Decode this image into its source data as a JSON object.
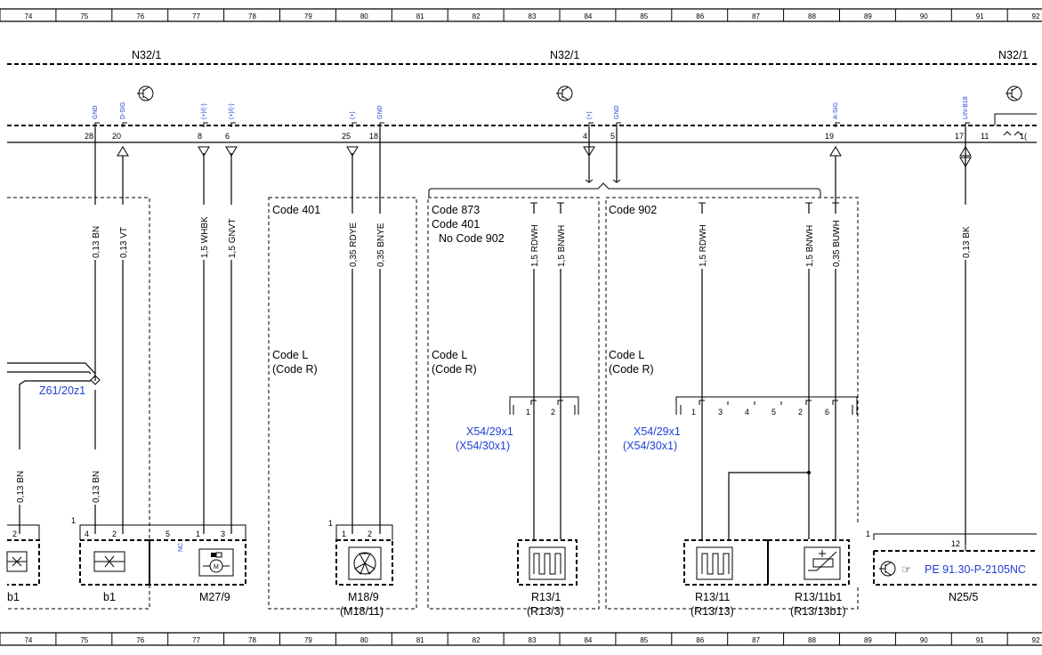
{
  "ruler": {
    "columns": [
      "74",
      "75",
      "76",
      "77",
      "78",
      "79",
      "80",
      "81",
      "82",
      "83",
      "84",
      "85",
      "86",
      "87",
      "88",
      "89",
      "90",
      "91",
      "92"
    ]
  },
  "controllers": {
    "n32_left": "N32/1",
    "n32_mid": "N32/1",
    "n32_right": "N32/1"
  },
  "connector_pins": [
    {
      "id": "p28",
      "num": "28",
      "sig": "GND"
    },
    {
      "id": "p20",
      "num": "20",
      "sig": "D-SIG"
    },
    {
      "id": "p8",
      "num": "8",
      "sig": "(+)/(-)"
    },
    {
      "id": "p6",
      "num": "6",
      "sig": "(+)/(-)"
    },
    {
      "id": "p25",
      "num": "25",
      "sig": "(+)"
    },
    {
      "id": "p18",
      "num": "18",
      "sig": "GND"
    },
    {
      "id": "p4",
      "num": "4",
      "sig": "(+)"
    },
    {
      "id": "p5",
      "num": "5",
      "sig": "GND"
    },
    {
      "id": "p19",
      "num": "19",
      "sig": "A-SIG"
    },
    {
      "id": "p17",
      "num": "17",
      "sig": "LIN-B18"
    },
    {
      "id": "p11",
      "num": "11",
      "sig": ""
    },
    {
      "id": "p1x",
      "num": "1(",
      "sig": ""
    }
  ],
  "wires": [
    {
      "id": "w28",
      "label": "0,13 BN"
    },
    {
      "id": "w20",
      "label": "0,13 VT"
    },
    {
      "id": "w8",
      "label": "1,5 WHBK"
    },
    {
      "id": "w6",
      "label": "1,5 GNVT"
    },
    {
      "id": "w25",
      "label": "0,35 RDYE"
    },
    {
      "id": "w18",
      "label": "0,35 BNYE"
    },
    {
      "id": "w4",
      "label": "1,5 RDWH"
    },
    {
      "id": "w5",
      "label": "1,5 BNWH"
    },
    {
      "id": "w19a",
      "label": "1,5 RDWH"
    },
    {
      "id": "w19b",
      "label": "1,5 BNWH"
    },
    {
      "id": "w19c",
      "label": "0,35 BUWH"
    },
    {
      "id": "w17",
      "label": "0,13 BK"
    },
    {
      "id": "wz1",
      "label": "0,13 BN"
    },
    {
      "id": "wz2",
      "label": "0,13 BN"
    }
  ],
  "codes": {
    "c401": "Code 401",
    "c873": "Code 873",
    "c401b": "Code 401",
    "nc902": "No Code 902",
    "c902": "Code 902",
    "cl1": "Code L",
    "cr1": "(Code R)",
    "cl2": "Code L",
    "cr2": "(Code R)",
    "cl3": "Code L",
    "cr3": "(Code R)"
  },
  "splice": "Z61/20z1",
  "connectors": {
    "x54a_1": "X54/29x1",
    "x54a_2": "(X54/30x1)",
    "x54b_1": "X54/29x1",
    "x54b_2": "(X54/30x1)",
    "x54a_pins": [
      "1",
      "2"
    ],
    "x54b_pins": [
      "1",
      "3",
      "4",
      "5",
      "2",
      "6"
    ]
  },
  "components": {
    "b1_left": "b1",
    "b1": "b1",
    "m27": "M27/9",
    "m18": "M18/9",
    "m18b": "(M18/11)",
    "r131": "R13/1",
    "r133": "(R13/3)",
    "r1311": "R13/11",
    "r1313": "(R13/13)",
    "r1311b1": "R13/11b1",
    "r1313b1": "(R13/13b1)",
    "n25": "N25/5",
    "pe_ref": "PE 91.30-P-2105NC",
    "nc": "NC"
  },
  "component_pins": {
    "b1_left": [
      "2"
    ],
    "b1_one": "1",
    "b1": [
      "4",
      "2"
    ],
    "m27": [
      "5",
      "1",
      "3"
    ],
    "m18_one": "1",
    "m18": [
      "1",
      "2"
    ],
    "n25_one": "1",
    "n25": [
      "12"
    ]
  },
  "colors": {
    "line": "#000000",
    "link": "#1f3fd6",
    "background": "#ffffff"
  }
}
